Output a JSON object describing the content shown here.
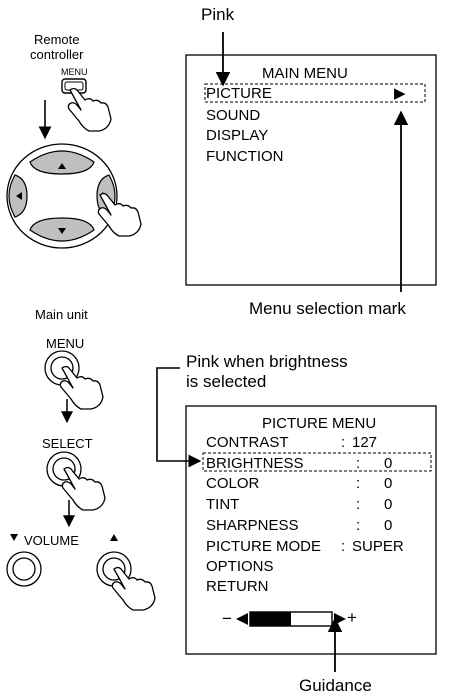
{
  "labels": {
    "pink": "Pink",
    "remote_controller": "Remote\ncontroller",
    "menu_button_remote": "MENU",
    "main_unit": "Main unit",
    "menu_button_unit": "MENU",
    "select_button": "SELECT",
    "volume": "VOLUME",
    "menu_selection_mark": "Menu selection mark",
    "pink_when_brightness": "Pink when brightness\nis selected",
    "guidance": "Guidance"
  },
  "main_menu": {
    "title": "MAIN MENU",
    "items": [
      "PICTURE",
      "SOUND",
      "DISPLAY",
      "FUNCTION"
    ],
    "selected_marker": "▶"
  },
  "picture_menu": {
    "title": "PICTURE MENU",
    "rows": [
      {
        "label": "CONTRAST",
        "sep": ":",
        "value": "127"
      },
      {
        "label": "BRIGHTNESS",
        "sep": ":",
        "value": "0"
      },
      {
        "label": "COLOR",
        "sep": ":",
        "value": "0"
      },
      {
        "label": "TINT",
        "sep": ":",
        "value": "0"
      },
      {
        "label": "SHARPNESS",
        "sep": ":",
        "value": "0"
      },
      {
        "label": "PICTURE MODE",
        "sep": ":",
        "value": "SUPER"
      }
    ],
    "extra_items": [
      "OPTIONS",
      "RETURN"
    ],
    "guidance_minus": "−",
    "guidance_plus": "+",
    "brightness_level": 0.5
  }
}
